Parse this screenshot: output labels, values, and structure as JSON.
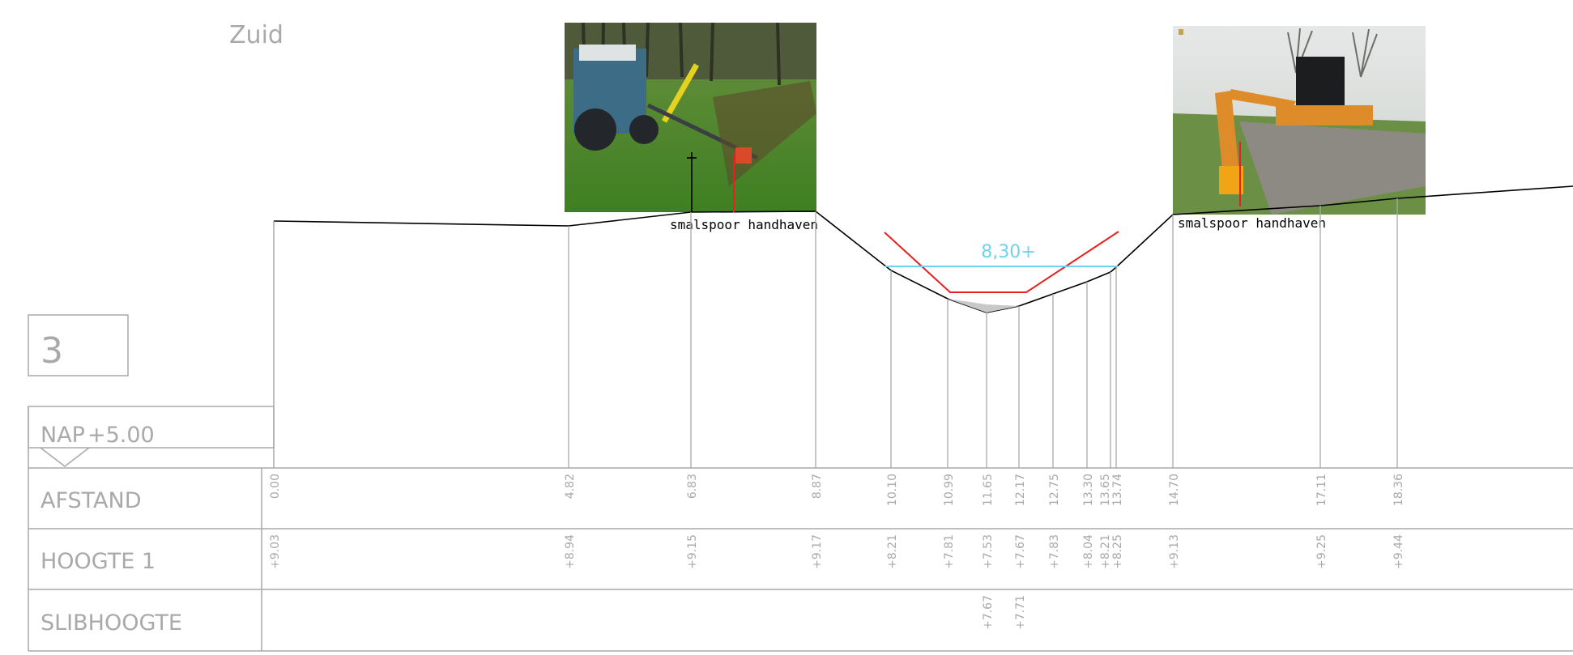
{
  "side_label": "Zuid",
  "profile_number": "3",
  "nap_label": "NAP",
  "nap_value": "+5.00",
  "width_dim": "8,30+",
  "annotations": [
    "smalspoor handhaven",
    "smalspoor handhaven"
  ],
  "rows": {
    "afstand": "AFSTAND",
    "hoogte": "HOOGTE 1",
    "slib": "SLIBHOOGTE"
  },
  "points": [
    {
      "d": "0.00",
      "h": "+9.03"
    },
    {
      "d": "4.82",
      "h": "+8.94"
    },
    {
      "d": "6.83",
      "h": "+9.15"
    },
    {
      "d": "8.87",
      "h": "+9.17"
    },
    {
      "d": "10.10",
      "h": "+8.21"
    },
    {
      "d": "10.99",
      "h": "+7.81"
    },
    {
      "d": "11.65",
      "h": "+7.53"
    },
    {
      "d": "12.17",
      "h": "+7.67"
    },
    {
      "d": "12.75",
      "h": "+7.83"
    },
    {
      "d": "13.30",
      "h": "+8.04"
    },
    {
      "d": "13.65",
      "h": "+8.21"
    },
    {
      "d": "13.74",
      "h": "+8.25"
    },
    {
      "d": "14.70",
      "h": "+9.13"
    },
    {
      "d": "17.11",
      "h": "+9.25"
    },
    {
      "d": "18.36",
      "h": "+9.44"
    }
  ],
  "slib_values": [
    "+7.67",
    "+7.71"
  ],
  "colors": {
    "line": "#a9a9a9",
    "profile": "#000000",
    "design": "#e8201f",
    "water": "#6fd3f0"
  },
  "photos": [
    "tractor-ditch-mower-photo",
    "excavator-ditch-photo"
  ]
}
